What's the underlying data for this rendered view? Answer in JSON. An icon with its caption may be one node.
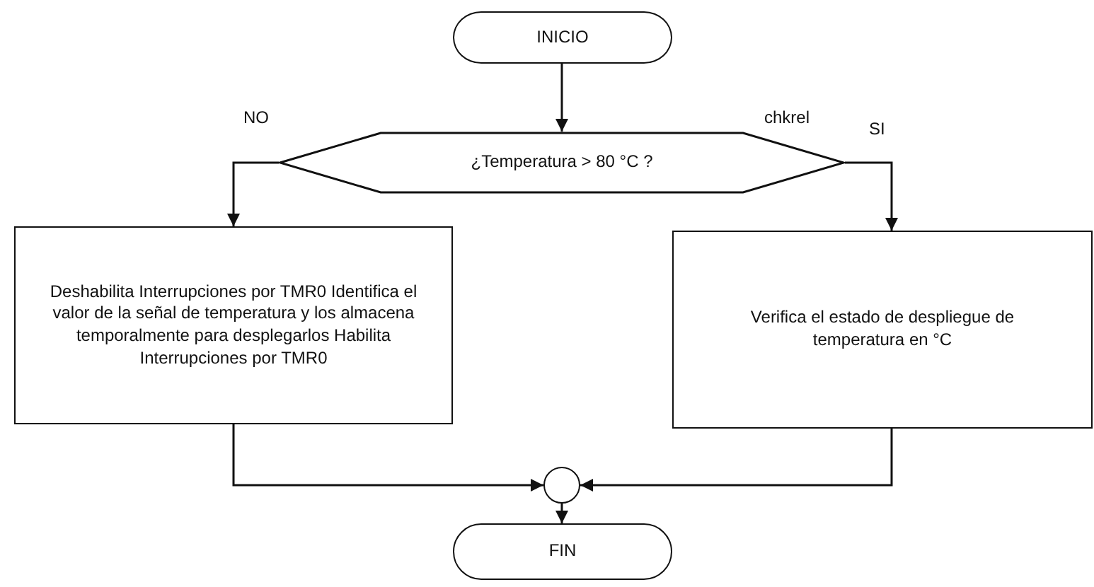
{
  "diagram": {
    "nodes": [
      {
        "text": [
          "INICIO"
        ]
      },
      {
        "text": [
          "¿Temperatura > 80 °C ?"
        ]
      },
      {
        "text": [
          "Deshabilita Interrupciones por TMR0 Identifica el valor de la señal de temperatura y los almacena temporalmente para desplegarlos Habilita Interrupciones por TMR0"
        ]
      },
      {
        "text": [
          "Verifica el estado de despliegue de temperatura en °C"
        ]
      },
      {
        "text": [],
        "shape": "circle"
      },
      {
        "text": [
          "FIN"
        ]
      }
    ],
    "edges": [
      {
        "from": 0,
        "to": 1,
        "arrow": "to"
      },
      {
        "from": 1,
        "to": 2,
        "arrow": "to",
        "label": "NO"
      },
      {
        "from": 1,
        "to": 3,
        "arrow": "to",
        "label": "SI"
      },
      {
        "from": 2,
        "to": 4,
        "arrow": "to"
      },
      {
        "from": 3,
        "to": 4,
        "arrow": "to"
      },
      {
        "from": 4,
        "to": 5,
        "arrow": "to"
      }
    ],
    "labels": [
      "chkrel"
    ]
  }
}
